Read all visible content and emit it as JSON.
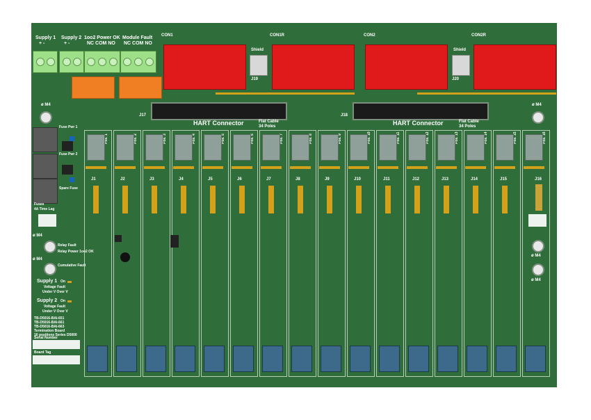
{
  "terminals": {
    "supply1": {
      "title": "Supply 1",
      "sub": "+   -"
    },
    "supply2": {
      "title": "Supply 2",
      "sub": "+   -"
    },
    "power_ok": {
      "title": "1oo2 Power OK",
      "sub": "NC COM NO"
    },
    "module_fault": {
      "title": "Module Fault",
      "sub": "NC COM NO"
    }
  },
  "connectors": {
    "con1": "CON1",
    "con1r": "CON1R",
    "con2": "CON2",
    "con2r": "CON2R",
    "shield": "Shield",
    "j19": "J19",
    "j20": "J20",
    "j17": "J17",
    "j18": "J18",
    "j16": "J16"
  },
  "hart": {
    "label": "HART Connector",
    "flat_cable": "Flat Cable",
    "poles": "34 Poles"
  },
  "mount_label": "ø M4",
  "fuses": {
    "pwr1": "Fuse Pwr 1",
    "pwr2": "Fuse Pwr 2",
    "spare": "Spare Fuse",
    "title": "Fuses",
    "rating": "4A Time Lag"
  },
  "relays": {
    "fault": "Relay Fault",
    "power": "Relay Power 1oo2 OK",
    "cumulative": "Cumulative Fault"
  },
  "supply_status": {
    "s1": "Supply 1",
    "s2": "Supply 2",
    "on": "On",
    "voltage_fault": "Voltage Fault",
    "under_over": "Under V Over V"
  },
  "board_info": {
    "models": [
      "TB-D5016-BAI-651",
      "TB-D5016-BAI-661",
      "TB-D5016-BAI-663"
    ],
    "line1": "Termination Board",
    "line2": "16 positions Series D5000",
    "serial": "Serial Number",
    "tag": "Board Tag"
  },
  "positions": [
    "Pos. 1",
    "Pos. 2",
    "Pos. 3",
    "Pos. 4",
    "Pos. 5",
    "Pos. 6",
    "Pos. 7",
    "Pos. 8",
    "Pos. 9",
    "Pos. 10",
    "Pos. 11",
    "Pos. 12",
    "Pos. 13",
    "Pos. 14",
    "Pos. 15",
    "Pos. 16"
  ],
  "jumpers": [
    "J1",
    "J2",
    "J3",
    "J4",
    "J5",
    "J6",
    "J7",
    "J8",
    "J9",
    "J10",
    "J11",
    "J12",
    "J13",
    "J14",
    "J15"
  ],
  "colors": {
    "pcb": "#2f6d3a",
    "terminal": "#9ee08a",
    "relay": "#f07f24",
    "connector": "#e01a1a",
    "module": "#8f9f9a",
    "gold": "#d3a21a"
  }
}
